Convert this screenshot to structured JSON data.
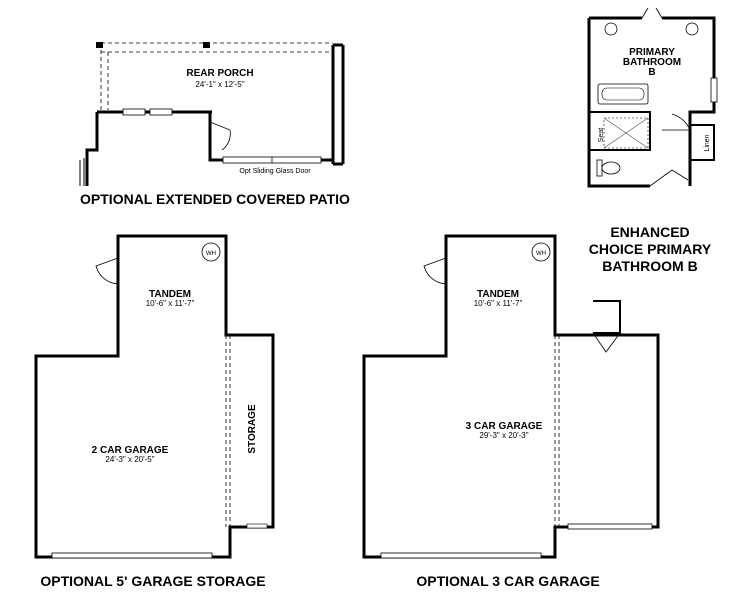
{
  "patio": {
    "room_name": "REAR PORCH",
    "room_dims": "24'-1\" x 12'-5\"",
    "door_label": "Opt Sliding Glass Door",
    "caption": "OPTIONAL EXTENDED COVERED PATIO"
  },
  "bath": {
    "room_line1": "PRIMARY",
    "room_line2": "BATHROOM",
    "room_line3": "B",
    "seat_label": "Seat",
    "linen_label": "Linen",
    "caption_line1": "ENHANCED",
    "caption_line2": "CHOICE PRIMARY",
    "caption_line3": "BATHROOM B"
  },
  "storage_plan": {
    "wh_label": "WH",
    "tandem_name": "TANDEM",
    "tandem_dims": "10'-6\" x 11'-7\"",
    "garage_name": "2 CAR GARAGE",
    "garage_dims": "24'-3\" x 20'-5\"",
    "storage_label": "STORAGE",
    "caption": "OPTIONAL 5' GARAGE STORAGE"
  },
  "three_car_plan": {
    "wh_label": "WH",
    "tandem_name": "TANDEM",
    "tandem_dims": "10'-6\" x 11'-7\"",
    "garage_name": "3 CAR GARAGE",
    "garage_dims": "29'-3\" x 20'-3\"",
    "caption": "OPTIONAL 3 CAR GARAGE"
  }
}
